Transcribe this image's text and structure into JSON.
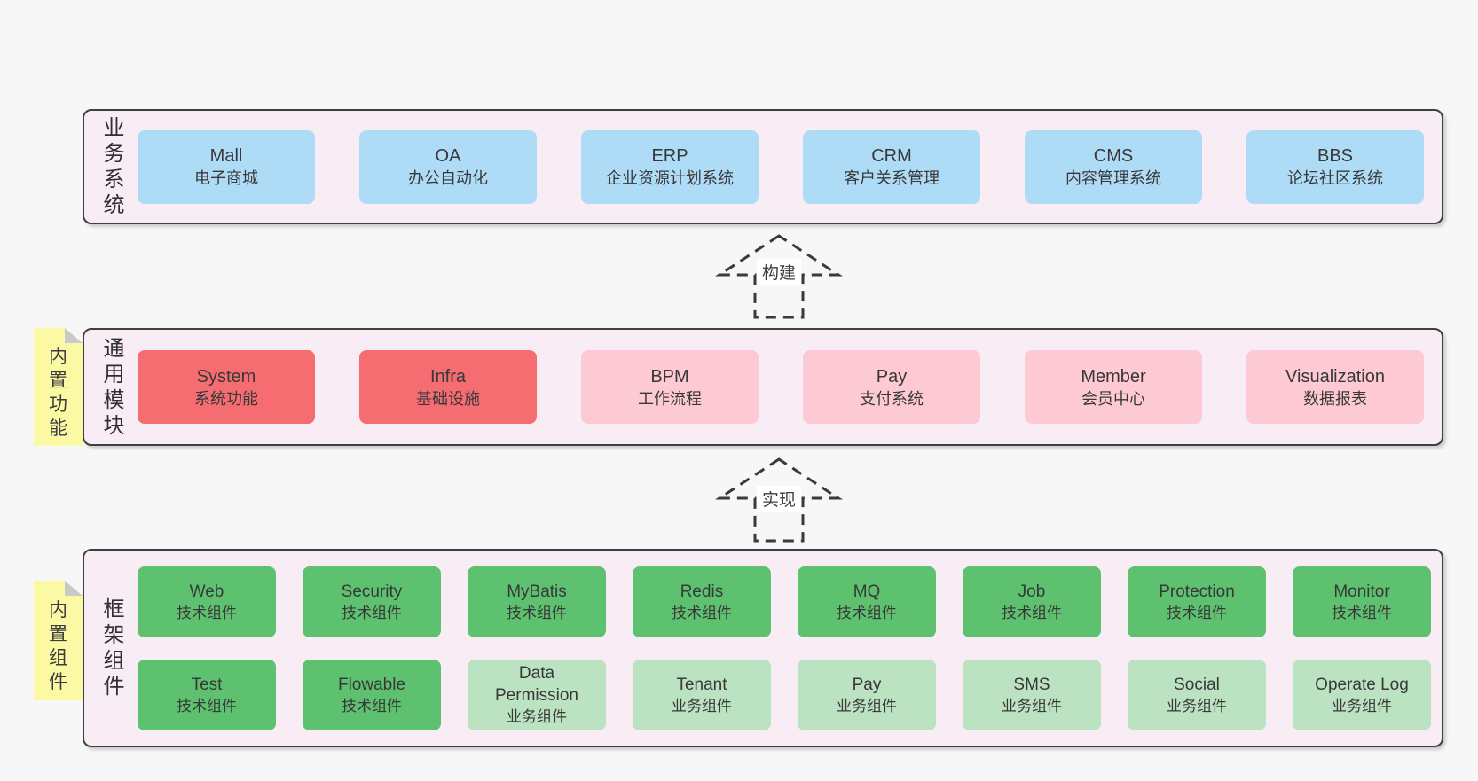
{
  "layers": [
    {
      "label": "业务系统",
      "boxes": [
        {
          "title": "Mall",
          "subtitle": "电子商城"
        },
        {
          "title": "OA",
          "subtitle": "办公自动化"
        },
        {
          "title": "ERP",
          "subtitle": "企业资源计划系统"
        },
        {
          "title": "CRM",
          "subtitle": "客户关系管理"
        },
        {
          "title": "CMS",
          "subtitle": "内容管理系统"
        },
        {
          "title": "BBS",
          "subtitle": "论坛社区系统"
        }
      ]
    },
    {
      "label": "通用模块",
      "note": "内置功能",
      "boxes": [
        {
          "title": "System",
          "subtitle": "系统功能"
        },
        {
          "title": "Infra",
          "subtitle": "基础设施"
        },
        {
          "title": "BPM",
          "subtitle": "工作流程"
        },
        {
          "title": "Pay",
          "subtitle": "支付系统"
        },
        {
          "title": "Member",
          "subtitle": "会员中心"
        },
        {
          "title": "Visualization",
          "subtitle": "数据报表"
        }
      ]
    },
    {
      "label": "框架组件",
      "note": "内置组件",
      "row1": [
        {
          "title": "Web",
          "subtitle": "技术组件"
        },
        {
          "title": "Security",
          "subtitle": "技术组件"
        },
        {
          "title": "MyBatis",
          "subtitle": "技术组件"
        },
        {
          "title": "Redis",
          "subtitle": "技术组件"
        },
        {
          "title": "MQ",
          "subtitle": "技术组件"
        },
        {
          "title": "Job",
          "subtitle": "技术组件"
        },
        {
          "title": "Protection",
          "subtitle": "技术组件"
        },
        {
          "title": "Monitor",
          "subtitle": "技术组件"
        }
      ],
      "row2": [
        {
          "title": "Test",
          "subtitle": "技术组件"
        },
        {
          "title": "Flowable",
          "subtitle": "技术组件"
        },
        {
          "title": "Data Permission",
          "subtitle": "业务组件"
        },
        {
          "title": "Tenant",
          "subtitle": "业务组件"
        },
        {
          "title": "Pay",
          "subtitle": "业务组件"
        },
        {
          "title": "SMS",
          "subtitle": "业务组件"
        },
        {
          "title": "Social",
          "subtitle": "业务组件"
        },
        {
          "title": "Operate Log",
          "subtitle": "业务组件"
        }
      ]
    }
  ],
  "arrows": [
    {
      "label": "构建"
    },
    {
      "label": "实现"
    }
  ],
  "colors": {
    "pageBg": "#f7f7f7",
    "containerBg": "#f8edf5",
    "border": "#3f3f3f",
    "text": "#383838",
    "blue": "#aedcf7",
    "red": "#f56d71",
    "pink": "#fdc9d3",
    "green": "#5ec16f",
    "lightgreen": "#bce3c1",
    "yellow": "#fbf9a4",
    "fold": "#c9c9c9",
    "arrow": "#3a3a3a"
  }
}
